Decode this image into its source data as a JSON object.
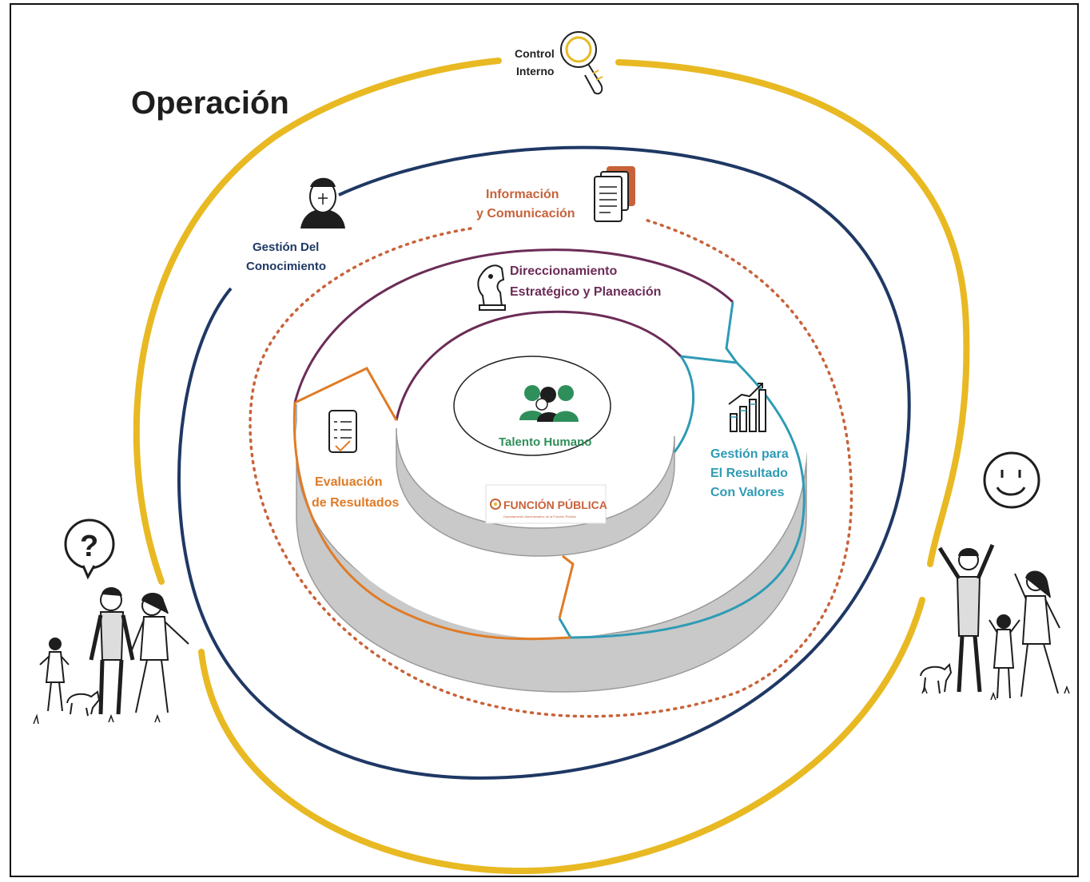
{
  "title": "Operación",
  "layers": {
    "control_interno": {
      "line1": "Control",
      "line2": "Interno",
      "color": "#e8b923"
    },
    "gestion_conocimiento": {
      "line1": "Gestión Del",
      "line2": "Conocimiento",
      "color": "#1f3864"
    },
    "informacion_comunicacion": {
      "line1": "Información",
      "line2": "y Comunicación",
      "color": "#c8623a"
    },
    "direccionamiento": {
      "line1": "Direccionamiento",
      "line2": "Estratégico y Planeación",
      "color": "#6b2c57"
    },
    "gestion_resultado": {
      "line1": "Gestión para",
      "line2": "El Resultado",
      "line3": "Con Valores",
      "color": "#2e9bb5"
    },
    "evaluacion": {
      "line1": "Evaluación",
      "line2": "de Resultados",
      "color": "#e07b26"
    },
    "talento_humano": {
      "label": "Talento Humano",
      "color": "#2f8f5b"
    }
  },
  "logo": {
    "name": "FUNCIÓN PÚBLICA",
    "subtitle": "Departamento Administrativo de la Función Pública",
    "color": "#c8623a"
  },
  "icons": {
    "question": "?",
    "control": "magnifier-hand-icon",
    "knowledge": "person-icon",
    "info": "documents-icon",
    "direction": "chess-knight-icon",
    "results": "bar-chart-icon",
    "evaluation": "checklist-icon",
    "people": "people-group-icon",
    "smile": "smiley-icon"
  }
}
